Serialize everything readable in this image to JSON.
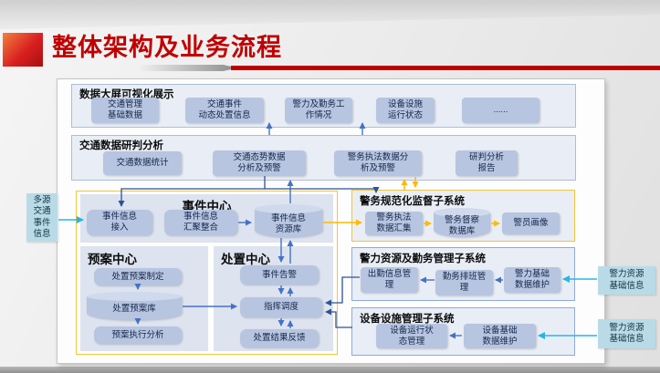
{
  "palette": {
    "accent_red": "#c00000",
    "box_fill": "#b7c5e0",
    "panel_fill": "#dde3ef",
    "section_fill": "#e9eef6",
    "yellow_border": "#f2c43d",
    "blue_border": "#8ea9db",
    "cyan_fill": "#b9dbe7",
    "arrow_blue": "#4472c4",
    "arrow_navy": "#2e5395",
    "arrow_orange": "#ffb900",
    "arrow_cyan": "#27b5e8"
  },
  "title": "整体架构及业务流程",
  "left_source": "多源\n交通\n事件\n信息",
  "right_sources": [
    "警力资源\n基础信息",
    "警力资源\n基础信息"
  ],
  "display": {
    "title": "数据大屏可视化展示",
    "boxes": [
      "交通管理\n基础数据",
      "交通事件\n动态处置信息",
      "警力及勤务工\n作情况",
      "设备设施\n运行状态",
      "......"
    ]
  },
  "analysis": {
    "title": "交通数据研判分析",
    "boxes": [
      "交通数据统计",
      "交通态势数据\n分析及预警",
      "警务执法数据分\n析及预警",
      "研判分析\n报告"
    ]
  },
  "event_center": {
    "title": "事件中心",
    "boxes": [
      "事件信息\n接入",
      "事件信息\n汇聚整合",
      "事件信息\n资源库"
    ]
  },
  "supervision": {
    "title": "警务规范化监督子系统",
    "boxes": [
      "警务执法\n数据汇集",
      "警务督察\n数据库",
      "警员画像"
    ]
  },
  "plan_center": {
    "title": "预案中心",
    "boxes": [
      "处置预案制定",
      "处置预案库",
      "预案执行分析"
    ]
  },
  "dispatch_center": {
    "title": "处置中心",
    "boxes": [
      "事件告警",
      "指挥调度",
      "处置结果反馈"
    ]
  },
  "police_mgmt": {
    "title": "警力资源及勤务管理子系统",
    "boxes": [
      "出勤信息管\n理",
      "勤务排班管\n理",
      "警力基础\n数据维护"
    ]
  },
  "device_mgmt": {
    "title": "设备设施管理子系统",
    "boxes": [
      "设备运行状\n态管理",
      "设备基础\n数据维护"
    ]
  }
}
